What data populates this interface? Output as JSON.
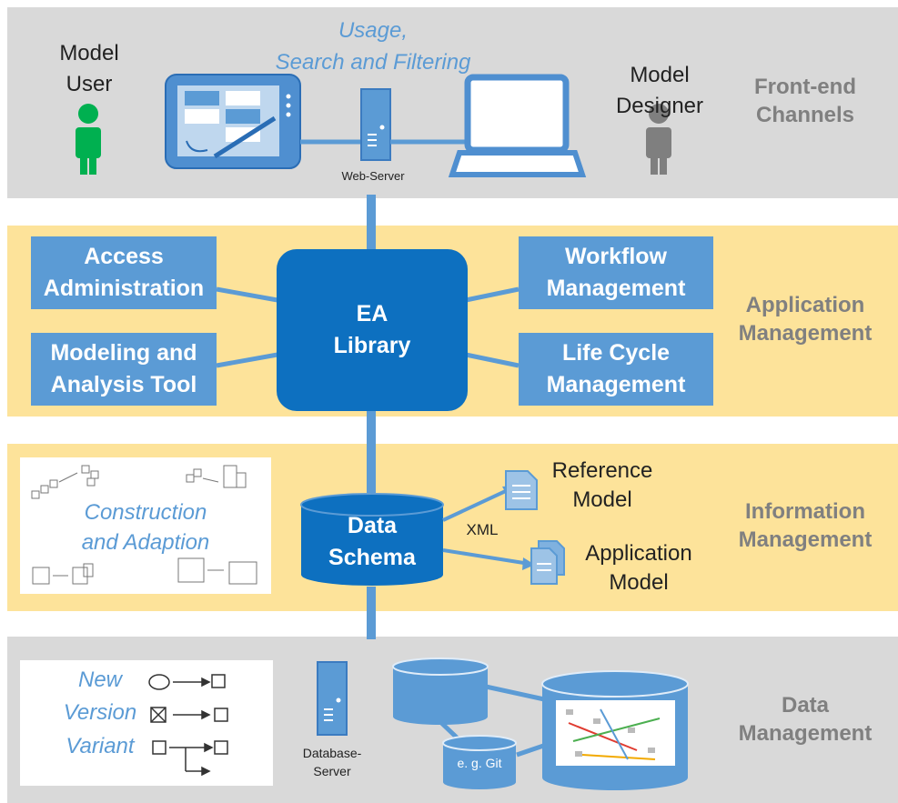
{
  "frontend": {
    "model_user": "Model User",
    "model_user_l1": "Model",
    "model_user_l2": "User",
    "usage_l1": "Usage,",
    "usage_l2": "Search and Filtering",
    "web_server": "Web-Server",
    "model_designer_l1": "Model",
    "model_designer_l2": "Designer",
    "layer_l1": "Front-end",
    "layer_l2": "Channels"
  },
  "application": {
    "access_l1": "Access",
    "access_l2": "Administration",
    "modeling_l1": "Modeling and",
    "modeling_l2": "Analysis Tool",
    "ea_l1": "EA",
    "ea_l2": "Library",
    "workflow_l1": "Workflow",
    "workflow_l2": "Management",
    "lifecycle_l1": "Life Cycle",
    "lifecycle_l2": "Management",
    "layer_l1": "Application",
    "layer_l2": "Management"
  },
  "information": {
    "construction_l1": "Construction",
    "construction_l2": "and Adaption",
    "schema_l1": "Data",
    "schema_l2": "Schema",
    "xml": "XML",
    "reference_l1": "Reference",
    "reference_l2": "Model",
    "application_model_l1": "Application",
    "application_model_l2": "Model",
    "layer_l1": "Information",
    "layer_l2": "Management"
  },
  "data": {
    "new": "New",
    "version": "Version",
    "variant": "Variant",
    "db_server_l1": "Database-",
    "db_server_l2": "Server",
    "git": "e. g. Git",
    "layer_l1": "Data",
    "layer_l2": "Management"
  },
  "colors": {
    "grey_band": "#d9d9d9",
    "yellow_band": "#fde39a",
    "box_blue": "#5b9bd5",
    "ea_blue": "#0d70c0",
    "user_green": "#00b050",
    "designer_grey": "#7f7f7f"
  }
}
